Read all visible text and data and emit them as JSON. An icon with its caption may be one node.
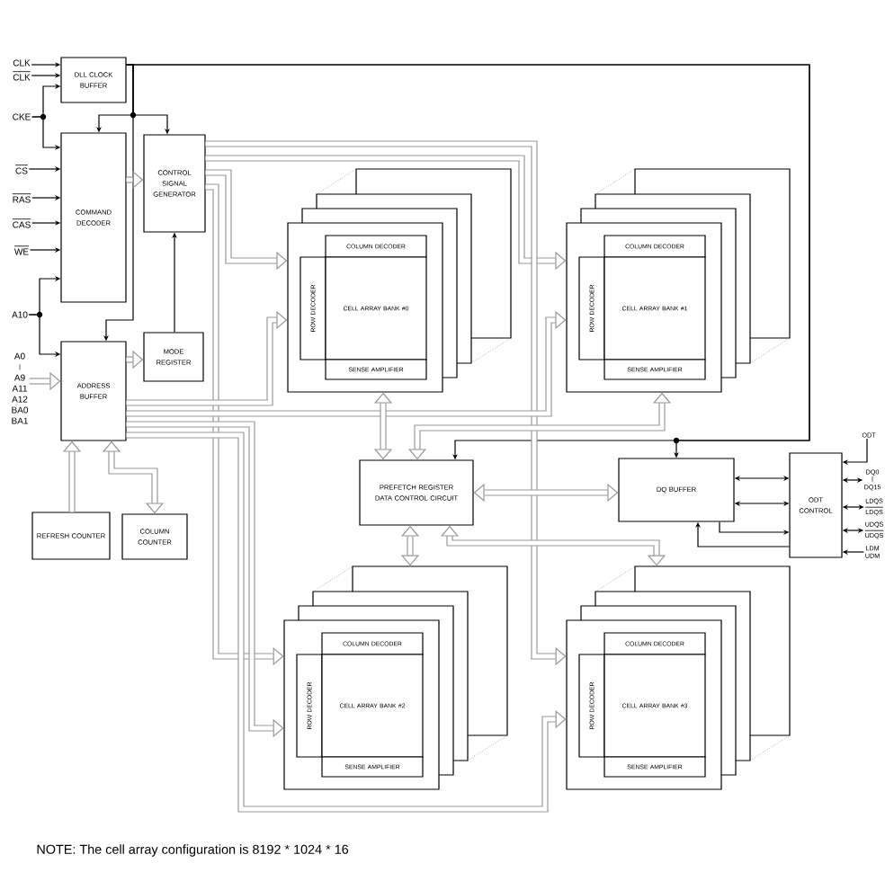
{
  "diagram": {
    "nodes": [
      {
        "text": [
          "CLK"
        ]
      },
      {
        "text": [
          "CLK"
        ]
      },
      {
        "text": [
          "CKE"
        ]
      },
      {
        "text": [
          "CS"
        ]
      },
      {
        "text": [
          "RAS"
        ]
      },
      {
        "text": [
          "CAS"
        ]
      },
      {
        "text": [
          "WE"
        ]
      },
      {
        "text": [
          "A10"
        ]
      },
      {
        "text": [
          "A0",
          "A9",
          "A11",
          "A12",
          "BA0",
          "BA1"
        ]
      },
      {
        "text": [
          "DLL CLOCK BUFFER"
        ]
      },
      {
        "text": [
          "COMMAND DECODER"
        ]
      },
      {
        "text": [
          "CONTROL SIGNAL GENERATOR"
        ]
      },
      {
        "text": [
          "MODE REGISTER"
        ]
      },
      {
        "text": [
          "ADDRESS BUFFER"
        ]
      },
      {
        "text": [
          "REFRESH COUNTER"
        ]
      },
      {
        "text": [
          "COLUMN COUNTER"
        ]
      },
      {
        "text": [],
        "shape": "box"
      },
      {
        "text": [
          "COLUMN DECODER"
        ],
        "in": 16
      },
      {
        "text": [
          "ROW DECODER"
        ],
        "in": 16
      },
      {
        "text": [
          "CELL ARRAY BANK #0"
        ],
        "in": 16
      },
      {
        "text": [
          "SENSE AMPLIFIER"
        ],
        "in": 16
      },
      {
        "text": [],
        "shape": "box"
      },
      {
        "text": [
          "COLUMN DECODER"
        ],
        "in": 21
      },
      {
        "text": [
          "ROW DECODER"
        ],
        "in": 21
      },
      {
        "text": [
          "CELL ARRAY BANK #1"
        ],
        "in": 21
      },
      {
        "text": [
          "SENSE AMPLIFIER"
        ],
        "in": 21
      },
      {
        "text": [
          "PREFETCH REGISTER DATA CONTROL CIRCUIT"
        ]
      },
      {
        "text": [
          "DQ BUFFER"
        ]
      },
      {
        "text": [
          "ODT CONTROL"
        ]
      },
      {
        "text": [
          "ODT"
        ]
      },
      {
        "text": [
          "DQ0",
          "DQ15"
        ]
      },
      {
        "text": [
          "LDQS",
          "LDQS"
        ]
      },
      {
        "text": [
          "UDQS",
          "UDQS"
        ]
      },
      {
        "text": [
          "LDM",
          "UDM"
        ]
      },
      {
        "text": [],
        "shape": "box"
      },
      {
        "text": [
          "COLUMN DECODER"
        ],
        "in": 34
      },
      {
        "text": [
          "ROW DECODER"
        ],
        "in": 34
      },
      {
        "text": [
          "CELL ARRAY BANK #2"
        ],
        "in": 34
      },
      {
        "text": [
          "SENSE AMPLIFIER"
        ],
        "in": 34
      },
      {
        "text": [],
        "shape": "box"
      },
      {
        "text": [
          "COLUMN DECODER"
        ],
        "in": 39
      },
      {
        "text": [
          "ROW DECODER"
        ],
        "in": 39
      },
      {
        "text": [
          "CELL ARRAY BANK #3"
        ],
        "in": 39
      },
      {
        "text": [
          "SENSE AMPLIFIER"
        ],
        "in": 39
      }
    ],
    "edges": [
      {
        "from": 0,
        "to": 9,
        "arrow": "to"
      },
      {
        "from": 1,
        "to": 9,
        "arrow": "to"
      },
      {
        "from": 2,
        "to": 9,
        "arrow": "to"
      },
      {
        "from": 2,
        "to": 10,
        "arrow": "to"
      },
      {
        "from": 3,
        "to": 10,
        "arrow": "to"
      },
      {
        "from": 4,
        "to": 10,
        "arrow": "to"
      },
      {
        "from": 5,
        "to": 10,
        "arrow": "to"
      },
      {
        "from": 6,
        "to": 10,
        "arrow": "to"
      },
      {
        "from": 7,
        "to": 10,
        "arrow": "to"
      },
      {
        "from": 7,
        "to": 13,
        "arrow": "to"
      },
      {
        "from": 8,
        "to": 13,
        "arrow": "to",
        "style": "thick",
        "color": "#999999"
      },
      {
        "from": 9,
        "to": 10,
        "arrow": "to"
      },
      {
        "from": 9,
        "to": 11,
        "arrow": "to"
      },
      {
        "from": 9,
        "to": 13,
        "arrow": "to"
      },
      {
        "from": 9,
        "to": 26,
        "arrow": "to"
      },
      {
        "from": 9,
        "to": 27,
        "arrow": "to"
      },
      {
        "from": 10,
        "to": 11,
        "arrow": "to",
        "style": "thick",
        "color": "#999999"
      },
      {
        "from": 12,
        "to": 11,
        "arrow": "to"
      },
      {
        "from": 13,
        "to": 12,
        "arrow": "to",
        "style": "thick",
        "color": "#999999"
      },
      {
        "from": 14,
        "to": 13,
        "arrow": "to",
        "style": "thick",
        "color": "#999999"
      },
      {
        "from": 13,
        "to": 15,
        "arrow": "both",
        "style": "thick",
        "color": "#999999"
      },
      {
        "from": 11,
        "to": 16,
        "arrow": "to",
        "style": "thick",
        "color": "#999999"
      },
      {
        "from": 11,
        "to": 34,
        "arrow": "to",
        "style": "thick",
        "color": "#999999"
      },
      {
        "from": 11,
        "to": 21,
        "arrow": "to",
        "style": "thick",
        "color": "#999999"
      },
      {
        "from": 11,
        "to": 39,
        "arrow": "to",
        "style": "thick",
        "color": "#999999"
      },
      {
        "from": 13,
        "to": 16,
        "arrow": "to",
        "style": "thick",
        "color": "#999999"
      },
      {
        "from": 13,
        "to": 34,
        "arrow": "to",
        "style": "thick",
        "color": "#999999"
      },
      {
        "from": 13,
        "to": 21,
        "arrow": "to",
        "style": "thick",
        "color": "#999999"
      },
      {
        "from": 13,
        "to": 39,
        "arrow": "to",
        "style": "thick",
        "color": "#999999"
      },
      {
        "from": 26,
        "to": 16,
        "arrow": "both",
        "style": "thick",
        "color": "#999999"
      },
      {
        "from": 26,
        "to": 21,
        "arrow": "both",
        "style": "thick",
        "color": "#999999"
      },
      {
        "from": 26,
        "to": 27,
        "arrow": "both",
        "style": "thick",
        "color": "#999999"
      },
      {
        "from": 26,
        "to": 34,
        "arrow": "both",
        "style": "thick",
        "color": "#999999"
      },
      {
        "from": 26,
        "to": 39,
        "arrow": "both",
        "style": "thick",
        "color": "#999999"
      },
      {
        "from": 27,
        "to": 28,
        "arrow": "both"
      },
      {
        "from": 27,
        "to": 28,
        "arrow": "both"
      },
      {
        "from": 27,
        "to": 28,
        "arrow": "to"
      },
      {
        "from": 28,
        "to": 27,
        "arrow": "to"
      },
      {
        "from": 29,
        "to": 28,
        "arrow": "to"
      },
      {
        "from": 30,
        "to": 28,
        "arrow": "both"
      },
      {
        "from": 31,
        "to": 28,
        "arrow": "both"
      },
      {
        "from": 32,
        "to": 28,
        "arrow": "both"
      },
      {
        "from": 33,
        "to": 28,
        "arrow": "to"
      }
    ],
    "labels": [
      "NOTE: The cell array configuration is 8192 * 1024 * 16"
    ]
  }
}
